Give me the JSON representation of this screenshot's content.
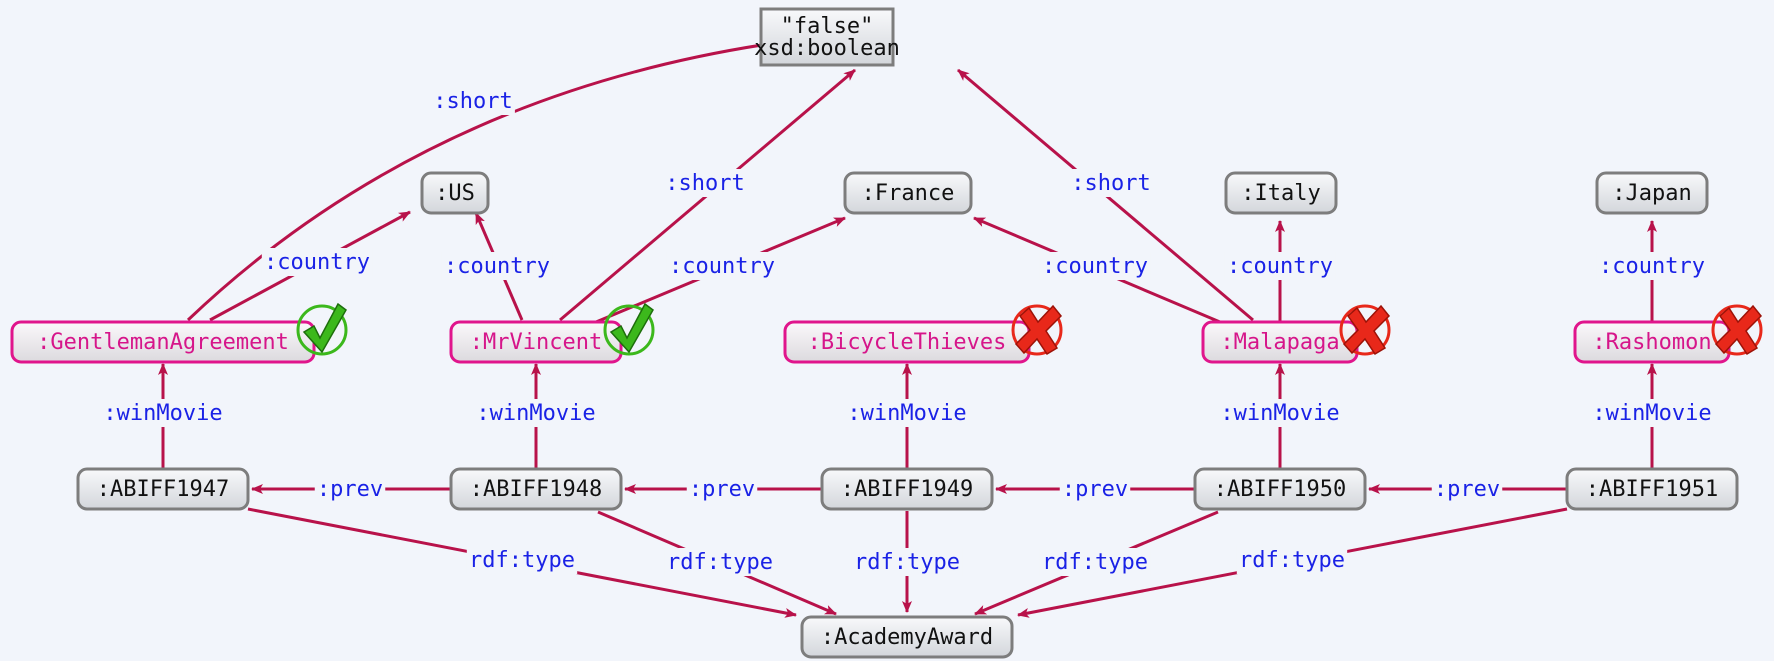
{
  "colors": {
    "background": "#f2f5fb",
    "edge": "#b8124a",
    "edge_label": "#1a22e6",
    "node_border": "#7d7d7d",
    "movie_border": "#e0158c",
    "movie_text": "#d6158a",
    "node_text": "#111111",
    "check": "#3cb81c",
    "cross": "#e8281a"
  },
  "nodes": [
    {
      "id": "false",
      "kind": "literal",
      "lines": [
        "\"false\"",
        "xsd:boolean"
      ]
    },
    {
      "id": "us",
      "kind": "resource",
      "lines": [
        ":US"
      ]
    },
    {
      "id": "france",
      "kind": "resource",
      "lines": [
        ":France"
      ]
    },
    {
      "id": "italy",
      "kind": "resource",
      "lines": [
        ":Italy"
      ]
    },
    {
      "id": "japan",
      "kind": "resource",
      "lines": [
        ":Japan"
      ]
    },
    {
      "id": "gentleman",
      "kind": "movie",
      "lines": [
        ":GentlemanAgreement"
      ],
      "mark": "check"
    },
    {
      "id": "mrvincent",
      "kind": "movie",
      "lines": [
        ":MrVincent"
      ],
      "mark": "check"
    },
    {
      "id": "bicycle",
      "kind": "movie",
      "lines": [
        ":BicycleThieves"
      ],
      "mark": "cross"
    },
    {
      "id": "malapaga",
      "kind": "movie",
      "lines": [
        ":Malapaga"
      ],
      "mark": "cross"
    },
    {
      "id": "rashomon",
      "kind": "movie",
      "lines": [
        ":Rashomon"
      ],
      "mark": "cross"
    },
    {
      "id": "a1947",
      "kind": "resource",
      "lines": [
        ":ABIFF1947"
      ]
    },
    {
      "id": "a1948",
      "kind": "resource",
      "lines": [
        ":ABIFF1948"
      ]
    },
    {
      "id": "a1949",
      "kind": "resource",
      "lines": [
        ":ABIFF1949"
      ]
    },
    {
      "id": "a1950",
      "kind": "resource",
      "lines": [
        ":ABIFF1950"
      ]
    },
    {
      "id": "a1951",
      "kind": "resource",
      "lines": [
        ":ABIFF1951"
      ]
    },
    {
      "id": "award",
      "kind": "resource",
      "lines": [
        ":AcademyAward"
      ]
    }
  ],
  "edges": [
    {
      "from": "gentleman",
      "to": "false",
      "label": ":short"
    },
    {
      "from": "mrvincent",
      "to": "false",
      "label": ":short"
    },
    {
      "from": "malapaga",
      "to": "false",
      "label": ":short"
    },
    {
      "from": "gentleman",
      "to": "us",
      "label": ":country"
    },
    {
      "from": "mrvincent",
      "to": "us",
      "label": ":country"
    },
    {
      "from": "mrvincent",
      "to": "france",
      "label": ":country"
    },
    {
      "from": "malapaga",
      "to": "france",
      "label": ":country"
    },
    {
      "from": "malapaga",
      "to": "italy",
      "label": ":country"
    },
    {
      "from": "rashomon",
      "to": "japan",
      "label": ":country"
    },
    {
      "from": "a1947",
      "to": "gentleman",
      "label": ":winMovie"
    },
    {
      "from": "a1948",
      "to": "mrvincent",
      "label": ":winMovie"
    },
    {
      "from": "a1949",
      "to": "bicycle",
      "label": ":winMovie"
    },
    {
      "from": "a1950",
      "to": "malapaga",
      "label": ":winMovie"
    },
    {
      "from": "a1951",
      "to": "rashomon",
      "label": ":winMovie"
    },
    {
      "from": "a1948",
      "to": "a1947",
      "label": ":prev"
    },
    {
      "from": "a1949",
      "to": "a1948",
      "label": ":prev"
    },
    {
      "from": "a1950",
      "to": "a1949",
      "label": ":prev"
    },
    {
      "from": "a1951",
      "to": "a1950",
      "label": ":prev"
    },
    {
      "from": "a1947",
      "to": "award",
      "label": "rdf:type"
    },
    {
      "from": "a1948",
      "to": "award",
      "label": "rdf:type"
    },
    {
      "from": "a1949",
      "to": "award",
      "label": "rdf:type"
    },
    {
      "from": "a1950",
      "to": "award",
      "label": "rdf:type"
    },
    {
      "from": "a1951",
      "to": "award",
      "label": "rdf:type"
    }
  ]
}
